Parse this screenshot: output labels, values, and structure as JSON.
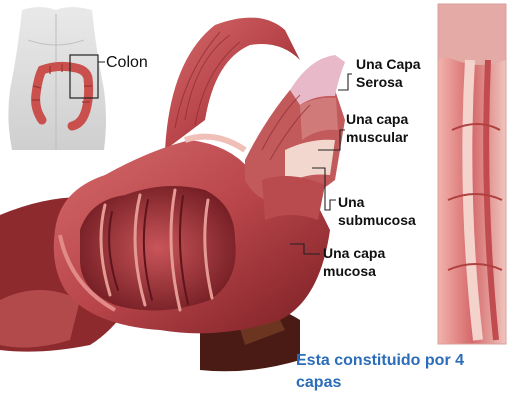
{
  "labels": {
    "colon": "Colon",
    "serosa": [
      "Una Capa",
      "Serosa"
    ],
    "muscular": [
      "Una capa",
      "muscular"
    ],
    "submucosa": [
      "Una",
      "submucosa"
    ],
    "mucosa": [
      "Una capa",
      "mucosa"
    ]
  },
  "caption": [
    "Esta constituido por 4",
    "capas"
  ],
  "colors": {
    "caption": "#2b6db8",
    "tissue_dark": "#7a1f24",
    "tissue_mid": "#b8454a",
    "tissue_light": "#e29a95",
    "serosa": "#e8b9c8",
    "submucosa": "#f2d7cf"
  }
}
